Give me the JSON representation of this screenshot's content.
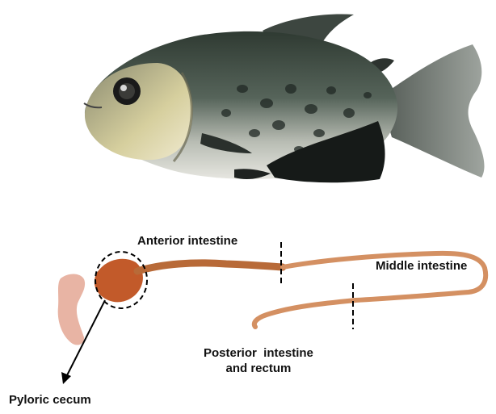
{
  "labels": {
    "anterior_intestine": "Anterior intestine",
    "middle_intestine": "Middle intestine",
    "posterior_line1": "Posterior  intestine",
    "posterior_line2": "and rectum",
    "pyloric_cecum": "Pyloric cecum"
  },
  "colors": {
    "fish_body_dark": "#3a4438",
    "fish_belly": "#d8d8d0",
    "fish_spots": "#222a26",
    "fish_fins": "#1a1d1c",
    "intestine": "#d49062",
    "intestine_dark": "#b86a38",
    "pyloric_region": "#c25a2a",
    "annotation": "#000000"
  }
}
